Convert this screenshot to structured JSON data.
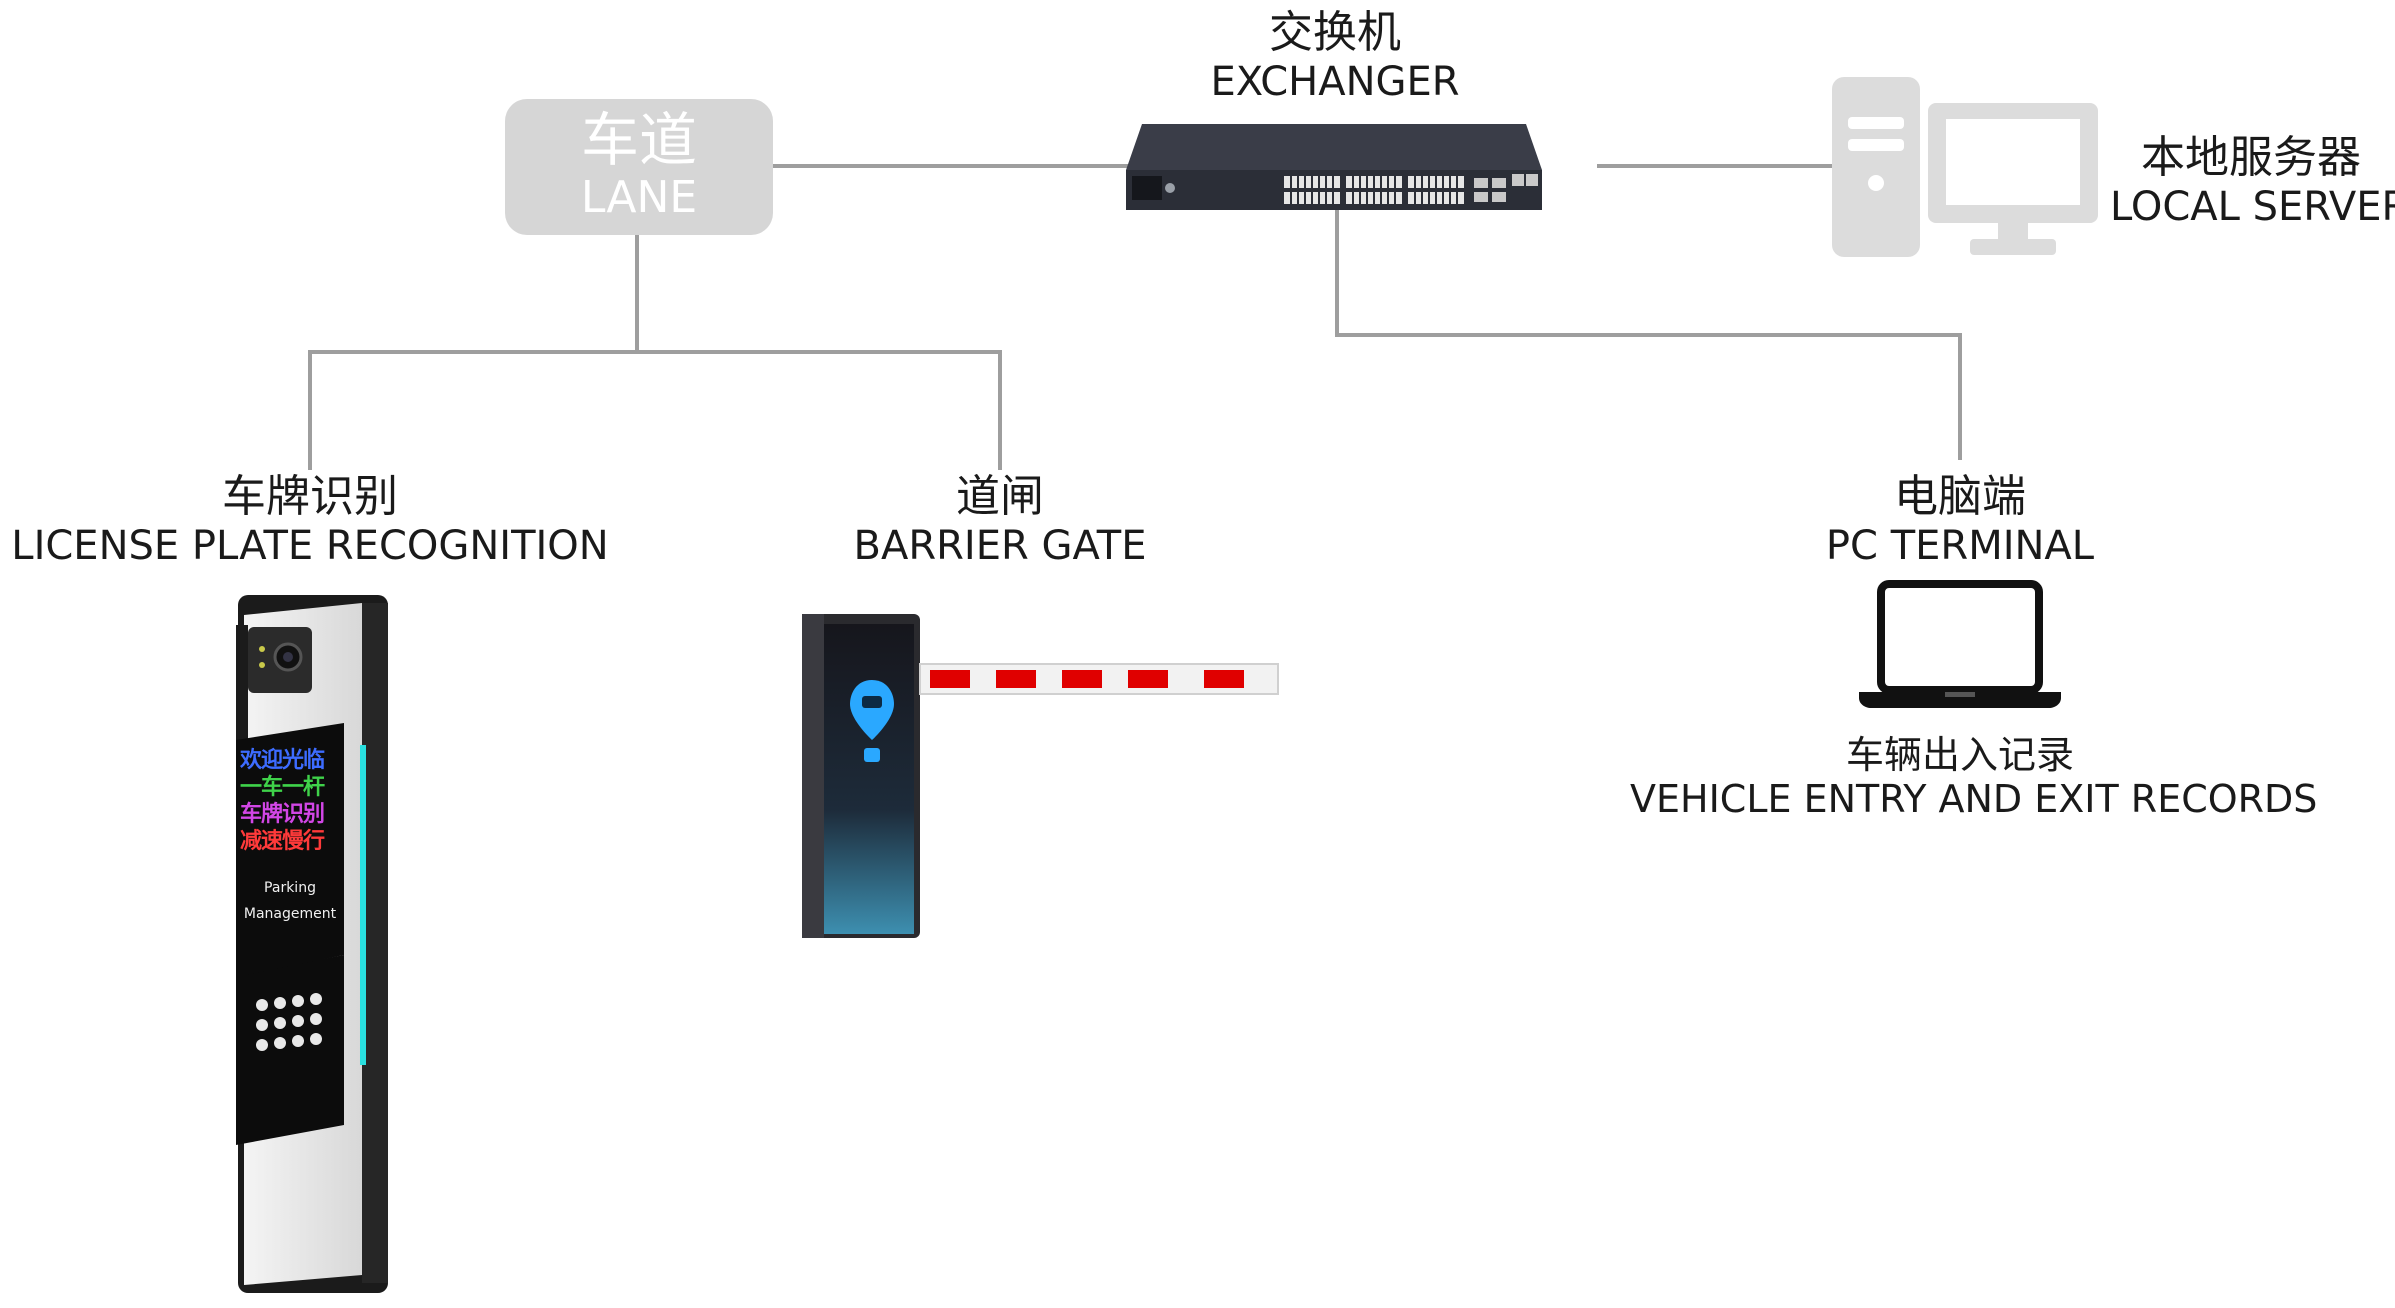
{
  "exchanger": {
    "cn": "交换机",
    "en": "EXCHANGER",
    "icon": "network-switch-icon"
  },
  "lane": {
    "cn": "车道",
    "en": "LANE"
  },
  "local_server": {
    "cn": "本地服务器",
    "en": "LOCAL SERVER",
    "icon": "desktop-computer-icon"
  },
  "lpr": {
    "cn": "车牌识别",
    "en": "LICENSE PLATE RECOGNITION",
    "icon": "license-plate-camera-icon",
    "screen_lines": [
      "欢迎光临",
      "一车一杆",
      "车牌识别",
      "减速慢行"
    ],
    "screen_caption_1": "Parking",
    "screen_caption_2": "Management"
  },
  "barrier": {
    "cn": "道闸",
    "en": "BARRIER GATE",
    "icon": "barrier-gate-icon"
  },
  "pc_terminal": {
    "cn": "电脑端",
    "en": "PC TERMINAL",
    "icon": "laptop-icon"
  },
  "records": {
    "cn": "车辆出入记录",
    "en": "VEHICLE ENTRY AND EXIT RECORDS"
  },
  "colors": {
    "wire": "#9e9e9e",
    "lane_box": "#d6d6d6",
    "server_gray": "#dcdcdc",
    "barrier_red": "#e00000"
  }
}
